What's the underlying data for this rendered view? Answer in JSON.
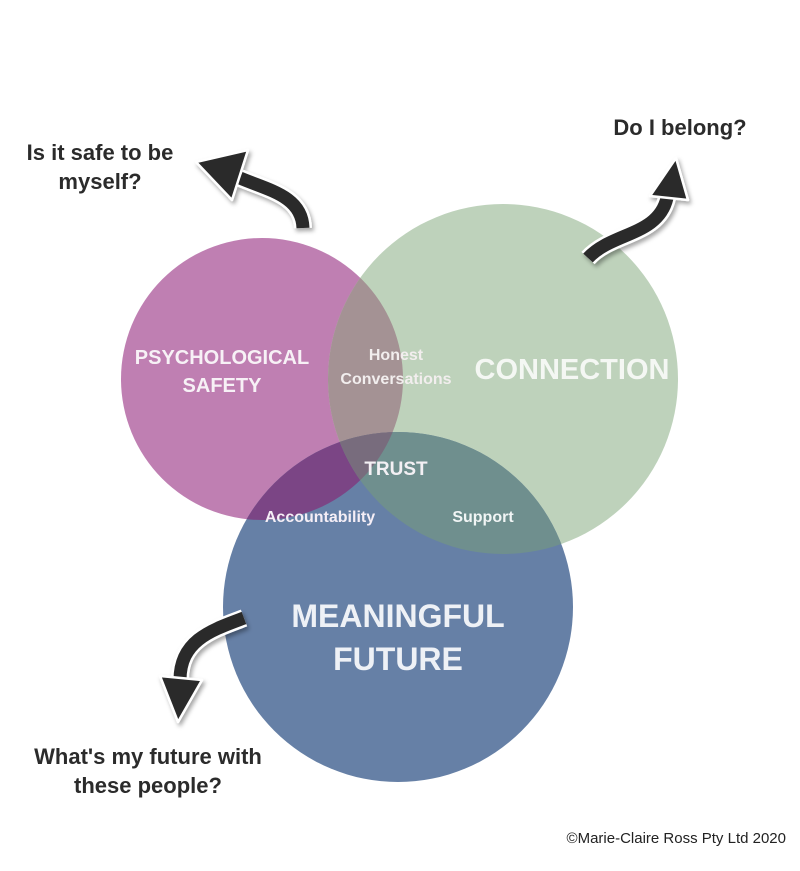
{
  "circles": {
    "psychological_safety": {
      "line1": "PSYCHOLOGICAL",
      "line2": "SAFETY",
      "color": "#bf7fb2"
    },
    "connection": {
      "label": "CONNECTION",
      "color": "#bed2bb"
    },
    "meaningful_future": {
      "line1": "MEANINGFUL",
      "line2": "FUTURE",
      "color": "#6680a6"
    }
  },
  "overlaps": {
    "honest_conversations": {
      "line1": "Honest",
      "line2": "Conversations",
      "color": "#a49294"
    },
    "accountability": {
      "label": "Accountability",
      "color": "#7b4585"
    },
    "support": {
      "label": "Support",
      "color": "#6f8f8e"
    },
    "trust": {
      "label": "TRUST",
      "color": "#786c7d"
    }
  },
  "questions": {
    "safety": {
      "line1": "Is it safe to be",
      "line2": "myself?"
    },
    "belong": {
      "line1": "Do I belong?"
    },
    "future": {
      "line1": "What's my future with",
      "line2": "these people?"
    }
  },
  "copyright": "©Marie-Claire Ross Pty Ltd 2020",
  "icons": [
    "curved-arrow-icon"
  ]
}
